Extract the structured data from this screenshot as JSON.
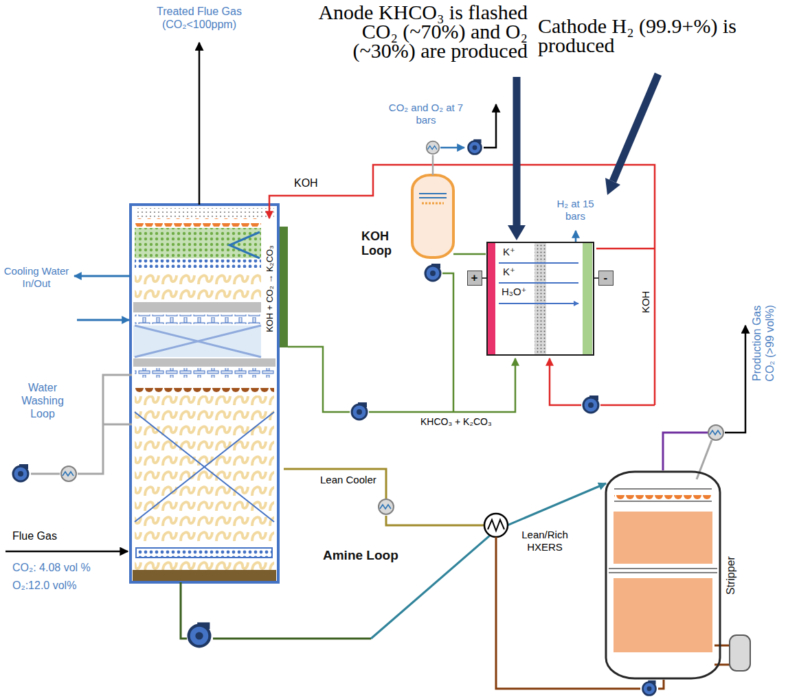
{
  "diagram": {
    "nodes": [
      {
        "text": [
          "K⁺",
          "K⁺",
          "H₃O⁺"
        ]
      },
      {
        "text": [
          "+"
        ]
      },
      {
        "text": [
          "-"
        ]
      },
      {
        "text": [
          "Stripper"
        ]
      }
    ],
    "edges": [
      {
        "from": 1,
        "to": 0,
        "arrow": "none"
      },
      {
        "from": 2,
        "to": 0,
        "arrow": "none"
      }
    ],
    "labels": [
      "Anode KHCO₃ is flashed CO₂ (~70%) and O₂ (~30%) are produced",
      "Cathode H₂ (99.9+%) is produced",
      "Treated Flue Gas (CO₂<100ppm)",
      "CO₂ and O₂ at 7 bars",
      "H₂ at 15 bars",
      "KOH",
      "KOH + CO₂ → K₂CO₃",
      "KOH Loop",
      "Production Gas CO₂ (>99 vol%)",
      "Cooling Water In/Out",
      "KOH",
      "Water Washing Loop",
      "KHCO₃ + K₂CO₃",
      "Lean Cooler",
      "Flue Gas",
      "CO₂: 4.08 vol %",
      "O₂:12.0 vol%",
      "Amine Loop",
      "Lean/Rich HXERS"
    ]
  }
}
